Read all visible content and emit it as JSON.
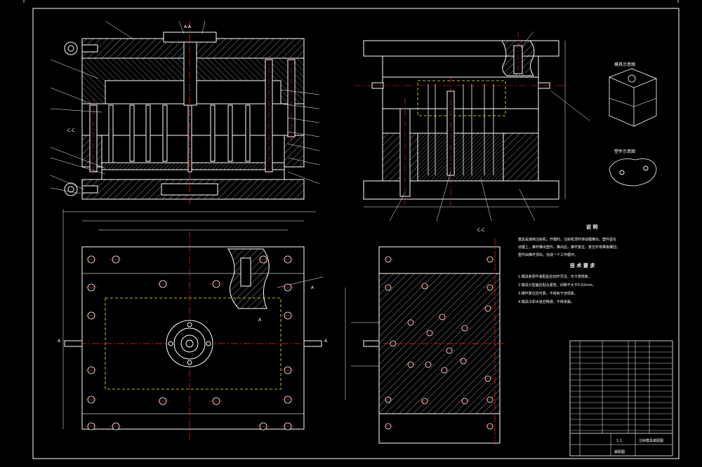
{
  "drawing": {
    "frame_color": "#ffffff",
    "centerline_color": "#ff2020",
    "hidden_line_color": "#ffff00",
    "background": "#000000"
  },
  "labels": {
    "section_aa": "A-A",
    "section_cc": "C-C",
    "section_cc_mid": "C-C",
    "mark_a_left": "A",
    "mark_a_right": "A",
    "mark_a_top": "A",
    "mark_a_bottom": "A"
  },
  "iso_views": {
    "top_title": "模具示意图",
    "bottom_title": "塑件示意图"
  },
  "notes": {
    "title": "说 明",
    "lines": [
      "模具是通用注射机，开模时，注射机顶杆将动模推出，塑件留在",
      "动模上，推杆推出塑件，推出后，推杆复位，复位杆将推板推回，",
      "塑件由推杆顶出，完成一个工作循环。"
    ],
    "tech_title": "技 术 要 求",
    "tech_lines": [
      "1.模具各零件装配后应动作灵活，无卡滞现象。",
      "2.模具分型面应贴合紧密，间隙不大于0.02mm。",
      "3.推杆复位应可靠，不得有干涉现象。",
      "4.模具冷却水道应畅通，不得渗漏。"
    ]
  },
  "title_block": {
    "drawing_name": "注射模具装配图",
    "scale": "1:1",
    "sheet_label": "装配图"
  }
}
